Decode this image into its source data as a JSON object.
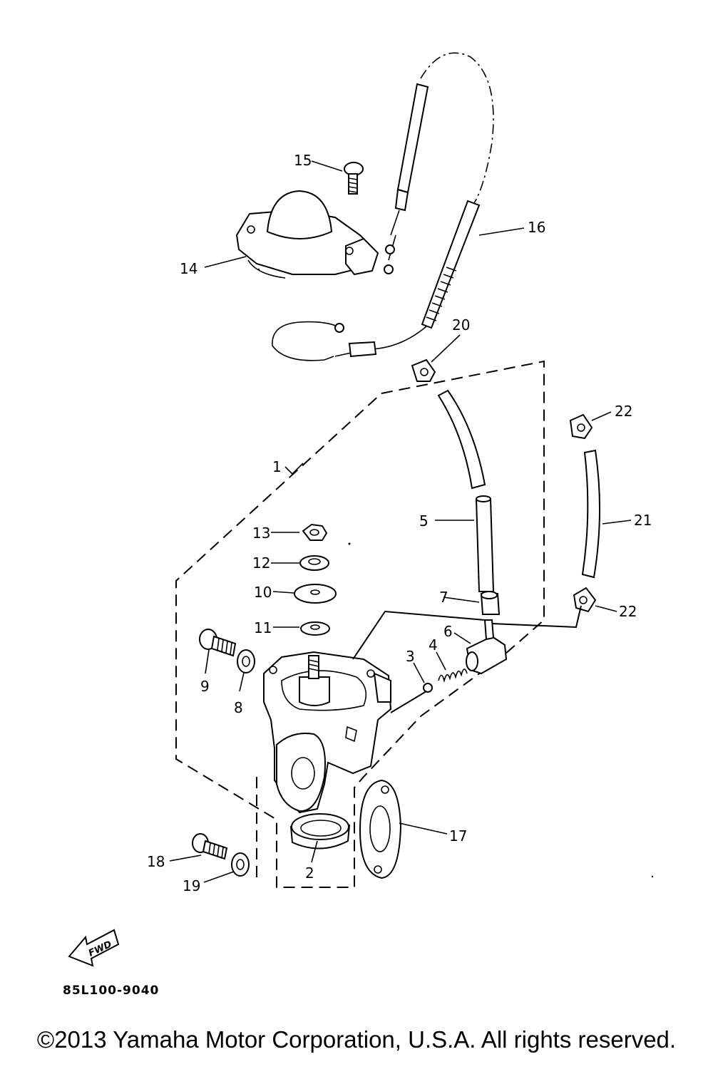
{
  "callouts": {
    "c1": "1",
    "c2": "2",
    "c3": "3",
    "c4": "4",
    "c5": "5",
    "c6": "6",
    "c7": "7",
    "c8": "8",
    "c9": "9",
    "c10": "10",
    "c11": "11",
    "c12": "12",
    "c13": "13",
    "c14": "14",
    "c15": "15",
    "c16": "16",
    "c17": "17",
    "c18": "18",
    "c19": "19",
    "c20": "20",
    "c21": "21",
    "c22a": "22",
    "c22b": "22"
  },
  "fwd_label": "FWD",
  "diagram_code": "85L100-9040",
  "copyright": "©2013 Yamaha Motor Corporation, U.S.A. All rights reserved."
}
